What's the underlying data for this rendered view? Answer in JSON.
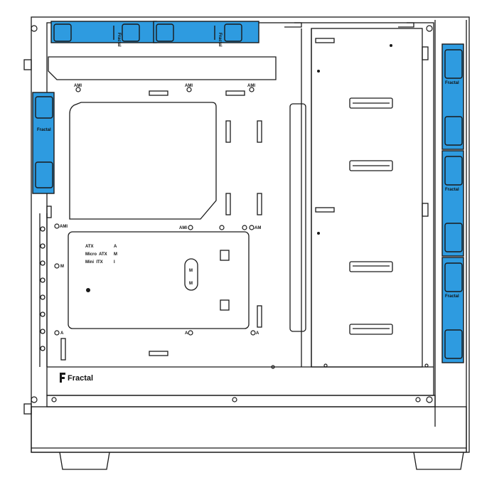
{
  "colors": {
    "outline": "#1a1a1a",
    "fan": "#2e9be0",
    "fan_dark": "#1a1a1a",
    "background": "#ffffff"
  },
  "brand": {
    "logo_text": "Fractal",
    "fan_text": "Fractal"
  },
  "form_factor_table": {
    "rows": [
      {
        "name": "ATX",
        "code": "A"
      },
      {
        "name": "Micro  ATX",
        "code": "M"
      },
      {
        "name": "Mini  ITX",
        "code": "I"
      }
    ]
  },
  "standoff_labels": {
    "ami_top": "AMI",
    "ami_left": "AMI",
    "ami_mid": "AMI",
    "am": "AM",
    "m": "M",
    "a": "A",
    "m_upper": "M",
    "m_lower": "M"
  }
}
